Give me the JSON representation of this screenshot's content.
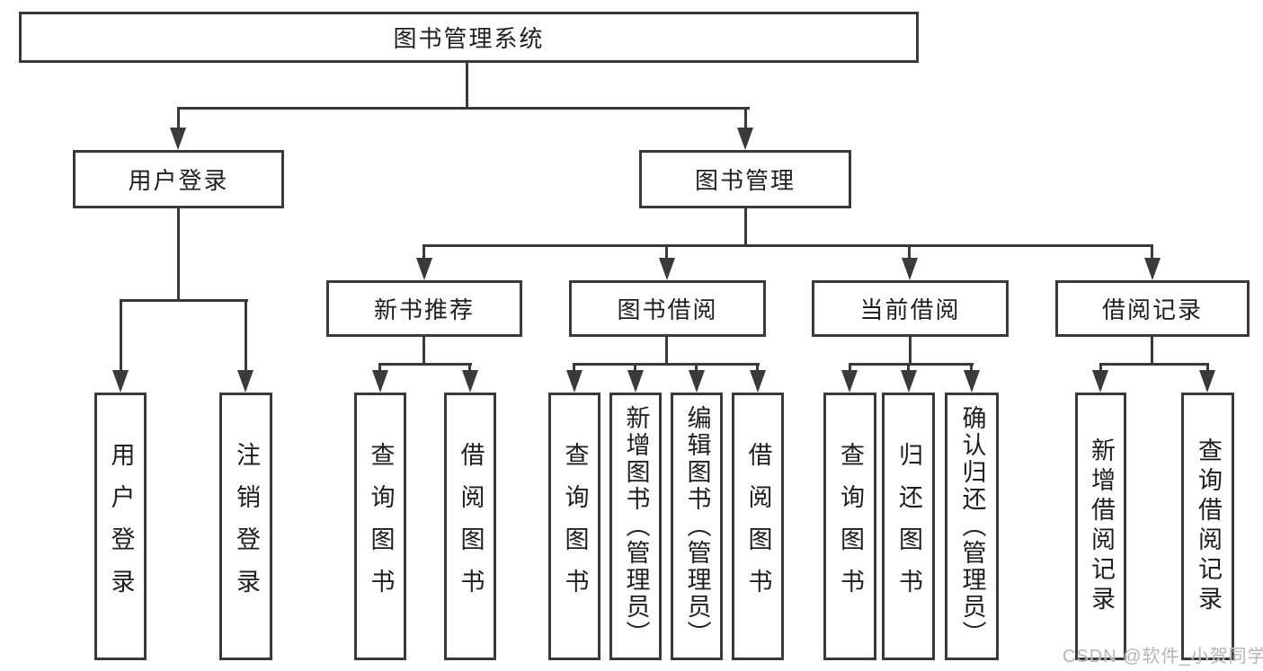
{
  "diagram": {
    "title": "图书管理系统",
    "branches": [
      {
        "label": "用户登录",
        "children": [
          {
            "label": "用户登录"
          },
          {
            "label": "注销登录"
          }
        ]
      },
      {
        "label": "图书管理",
        "children": [
          {
            "label": "新书推荐",
            "children": [
              {
                "label": "查询图书"
              },
              {
                "label": "借阅图书"
              }
            ]
          },
          {
            "label": "图书借阅",
            "children": [
              {
                "label": "查询图书"
              },
              {
                "label": "新增图书（管理员）"
              },
              {
                "label": "编辑图书（管理员）"
              },
              {
                "label": "借阅图书"
              }
            ]
          },
          {
            "label": "当前借阅",
            "children": [
              {
                "label": "查询图书"
              },
              {
                "label": "归还图书"
              },
              {
                "label": "确认归还（管理员）"
              }
            ]
          },
          {
            "label": "借阅记录",
            "children": [
              {
                "label": "新增借阅记录"
              },
              {
                "label": "查询借阅记录"
              }
            ]
          }
        ]
      }
    ]
  },
  "watermark": {
    "text": "CSDN @软件_小贺同学"
  },
  "colors": {
    "line": "#3a3a3a",
    "text": "#1e1e1e",
    "watermark": "#b5b5b5",
    "background": "#ffffff"
  }
}
